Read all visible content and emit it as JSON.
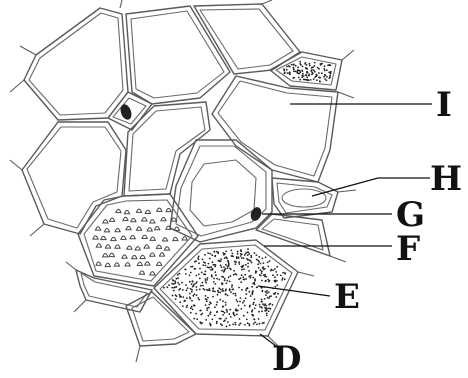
{
  "labels": {
    "I": "I",
    "H": "H",
    "G": "G",
    "F": "F",
    "E": "E",
    "D": "D"
  },
  "colors": {
    "wall": "#5a5a5a",
    "ink": "#111111",
    "background": "#ffffff"
  }
}
